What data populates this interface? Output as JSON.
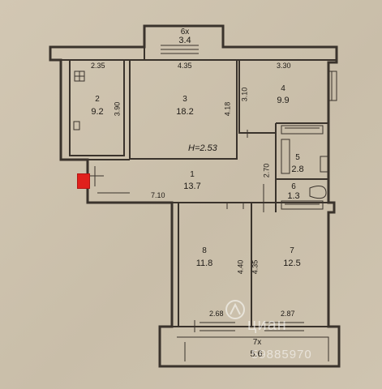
{
  "plan": {
    "rooms": [
      {
        "id": "r1",
        "number": "1",
        "area": "13.7"
      },
      {
        "id": "r2",
        "number": "2",
        "area": "9.2"
      },
      {
        "id": "r3",
        "number": "3",
        "area": "18.2"
      },
      {
        "id": "r4",
        "number": "4",
        "area": "9.9"
      },
      {
        "id": "r5",
        "number": "5",
        "area": "2.8"
      },
      {
        "id": "r6",
        "number": "6",
        "area": "1.3"
      },
      {
        "id": "r7",
        "number": "7",
        "area": "12.5"
      },
      {
        "id": "r8",
        "number": "8",
        "area": "11.8"
      },
      {
        "id": "b6",
        "number": "6x",
        "area": "3.4"
      },
      {
        "id": "b7",
        "number": "7x",
        "area": "5.6"
      }
    ],
    "dims": {
      "d235": "2.35",
      "d435": "4.35",
      "d330": "3.30",
      "d390": "3.90",
      "d418": "4.18",
      "d310": "3.10",
      "d270": "2.70",
      "d710": "7.10",
      "d440": "4.40",
      "d435b": "4.35",
      "d268": "2.68",
      "d287": "2.87"
    },
    "height_label": "H=2.53",
    "watermark": {
      "brand": "циан",
      "phone": "59885970"
    },
    "colors": {
      "marker": "#e0201c",
      "lines": "#3a332c",
      "paper": "#d0c5b1"
    }
  }
}
